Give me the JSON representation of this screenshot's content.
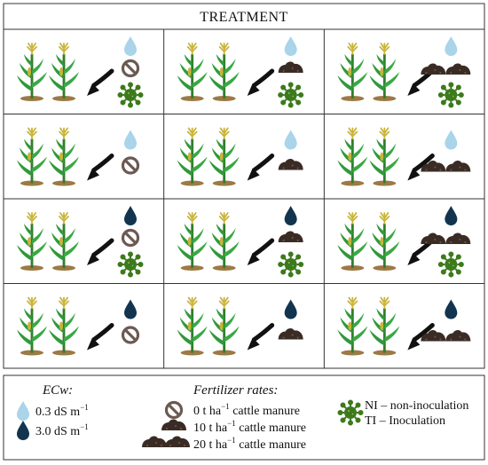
{
  "title": "TREATMENT",
  "legend": {
    "ecw_heading": "ECw:",
    "ecw_low": "0.3 dS m",
    "ecw_high": "3.0 dS m",
    "ecw_unit_exp": "−1",
    "fert_heading": "Fertilizer rates:",
    "fert_0": "0 t ha",
    "fert_10": "10 t ha",
    "fert_20": "20 t ha",
    "fert_exp": "−1",
    "fert_suffix": " cattle manure",
    "ni": "NI – non-inoculation",
    "ti": "TI – Inoculation"
  },
  "colors": {
    "water_low": "#a9d4ea",
    "water_high": "#12344f",
    "manure": "#3a2c25",
    "microbe": "#3c7a1c",
    "no_symbol": "#6b5a52",
    "plant_green": "#2f9a38",
    "tassel": "#c9b43a",
    "soil": "#9c7a44"
  },
  "icons": [
    "plant-icon",
    "arrow-icon",
    "water-drop-icon",
    "no-fertilizer-icon",
    "manure-icon",
    "microbe-icon"
  ],
  "grid": [
    [
      {
        "water": "low",
        "manure": 0,
        "inoculated": true
      },
      {
        "water": "low",
        "manure": 1,
        "inoculated": true
      },
      {
        "water": "low",
        "manure": 2,
        "inoculated": true
      }
    ],
    [
      {
        "water": "low",
        "manure": 0,
        "inoculated": false
      },
      {
        "water": "low",
        "manure": 1,
        "inoculated": false
      },
      {
        "water": "low",
        "manure": 2,
        "inoculated": false
      }
    ],
    [
      {
        "water": "high",
        "manure": 0,
        "inoculated": true
      },
      {
        "water": "high",
        "manure": 1,
        "inoculated": true
      },
      {
        "water": "high",
        "manure": 2,
        "inoculated": true
      }
    ],
    [
      {
        "water": "high",
        "manure": 0,
        "inoculated": false
      },
      {
        "water": "high",
        "manure": 1,
        "inoculated": false
      },
      {
        "water": "high",
        "manure": 2,
        "inoculated": false
      }
    ]
  ]
}
